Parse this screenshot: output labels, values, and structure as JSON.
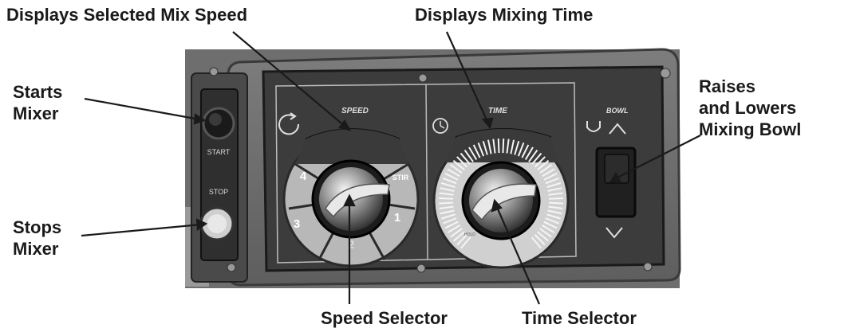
{
  "callouts": {
    "speed_display": "Displays Selected Mix Speed",
    "time_display": "Displays Mixing Time",
    "start": [
      "Starts",
      "Mixer"
    ],
    "stop": [
      "Stops",
      "Mixer"
    ],
    "bowl": [
      "Raises",
      "and Lowers",
      "Mixing Bowl"
    ],
    "speed_selector": "Speed Selector",
    "time_selector": "Time Selector"
  },
  "panel": {
    "start_label": "START",
    "stop_label": "STOP",
    "speed_label": "SPEED",
    "time_label": "TIME",
    "bowl_label": "BOWL",
    "speed_positions": [
      "4",
      "STIR",
      "3",
      "1",
      "2"
    ],
    "time_hold_label": "HOLD"
  },
  "icons": {
    "speed": "rotation-arrow-icon",
    "time": "clock-icon",
    "bowl": "bowl-icon",
    "up": "chevron-up-icon",
    "down": "chevron-down-icon"
  }
}
